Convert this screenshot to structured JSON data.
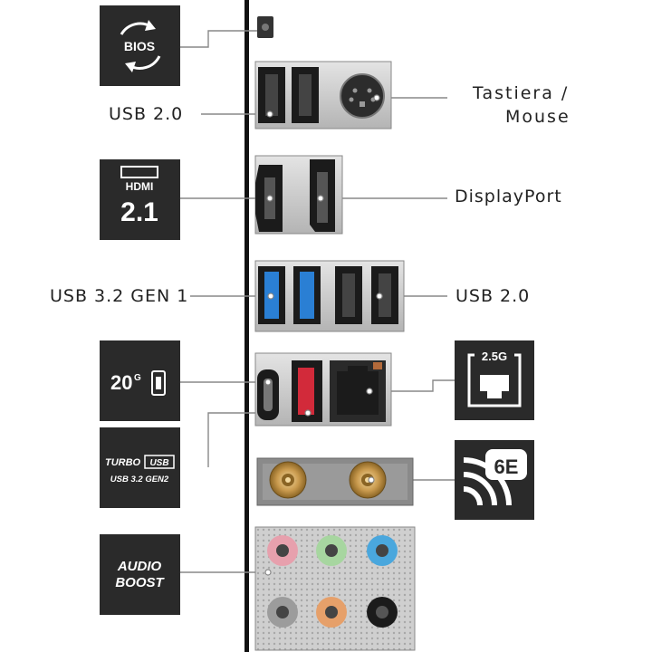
{
  "badges": {
    "bios": "BIOS",
    "hdmi_logo": "HDMI",
    "hdmi_version": "2.1",
    "usb20g_speed": "20",
    "usb20g_unit": "G",
    "turbo": "TURBO",
    "turbo_usb": "USB",
    "turbo_gen": "USB 3.2 GEN2",
    "audio_line1": "AUDIO",
    "audio_line2": "BOOST",
    "lan_speed": "2.5G",
    "wifi": "6E"
  },
  "labels": {
    "usb20_left": "USB 2.0",
    "keyboard_mouse_1": "Tastiera /",
    "keyboard_mouse_2": "Mouse",
    "displayport": "DisplayPort",
    "usb32gen1": "USB 3.2 GEN 1",
    "usb20_right": "USB 2.0"
  },
  "colors": {
    "badge_bg": "#2a2a2a",
    "usb3_blue": "#2a7fd4",
    "usb_red": "#d22a3a",
    "audio_pink": "#e7a0ad",
    "audio_green": "#a7d6a0",
    "audio_blue": "#4aa7dd",
    "audio_gray": "#9c9c9c",
    "audio_orange": "#e6a06a",
    "audio_black": "#1b1b1b",
    "io_silver": "#c9c9c9"
  }
}
